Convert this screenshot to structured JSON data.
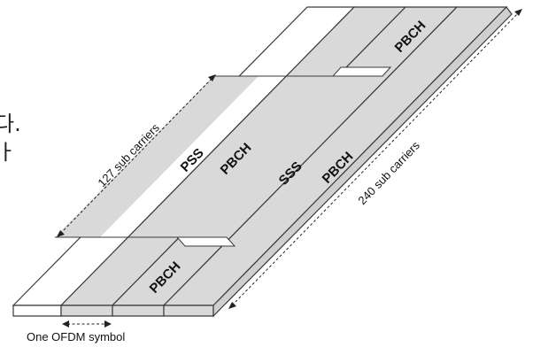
{
  "diagram": {
    "blocks": {
      "pss": "PSS",
      "sss": "SSS",
      "pbch_first_upper": "PBCH",
      "pbch_first_lower": "PBCH",
      "pbch_third": "PBCH",
      "pbch_fourth_upper": "PBCH"
    },
    "dimensions": {
      "sync_subcarriers": "127 sub carriers",
      "total_subcarriers": "240 sub carriers",
      "symbol_duration": "One OFDM symbol"
    },
    "cropped_text": {
      "line1": "다.",
      "line2": "ㅏ"
    },
    "colors": {
      "sync_fill": "#d9d9d9",
      "pbch_fill": "#d9d9d9",
      "empty_fill": "#ffffff",
      "outline": "#3a3a3a"
    }
  }
}
